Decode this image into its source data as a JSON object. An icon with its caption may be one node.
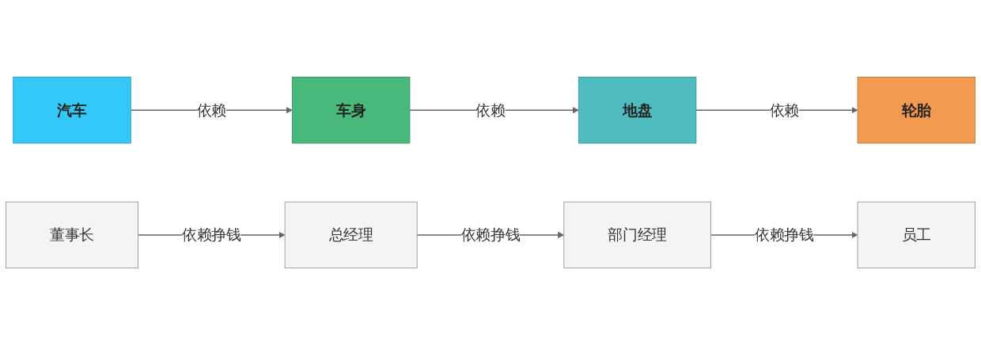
{
  "diagram": {
    "nodes": [
      {
        "text": [
          "汽车"
        ]
      },
      {
        "text": [
          "车身"
        ]
      },
      {
        "text": [
          "地盘"
        ]
      },
      {
        "text": [
          "轮胎"
        ]
      },
      {
        "text": [
          "董事长"
        ]
      },
      {
        "text": [
          "总经理"
        ]
      },
      {
        "text": [
          "部门经理"
        ]
      },
      {
        "text": [
          "员工"
        ]
      }
    ],
    "edges": [
      {
        "from": 0,
        "to": 1,
        "arrow": "to",
        "label": "依赖"
      },
      {
        "from": 1,
        "to": 2,
        "arrow": "to",
        "label": "依赖"
      },
      {
        "from": 2,
        "to": 3,
        "arrow": "to",
        "label": "依赖"
      },
      {
        "from": 4,
        "to": 5,
        "arrow": "to",
        "label": "依赖挣钱"
      },
      {
        "from": 5,
        "to": 6,
        "arrow": "to",
        "label": "依赖挣钱"
      },
      {
        "from": 6,
        "to": 7,
        "arrow": "to",
        "label": "依赖挣钱"
      }
    ]
  }
}
